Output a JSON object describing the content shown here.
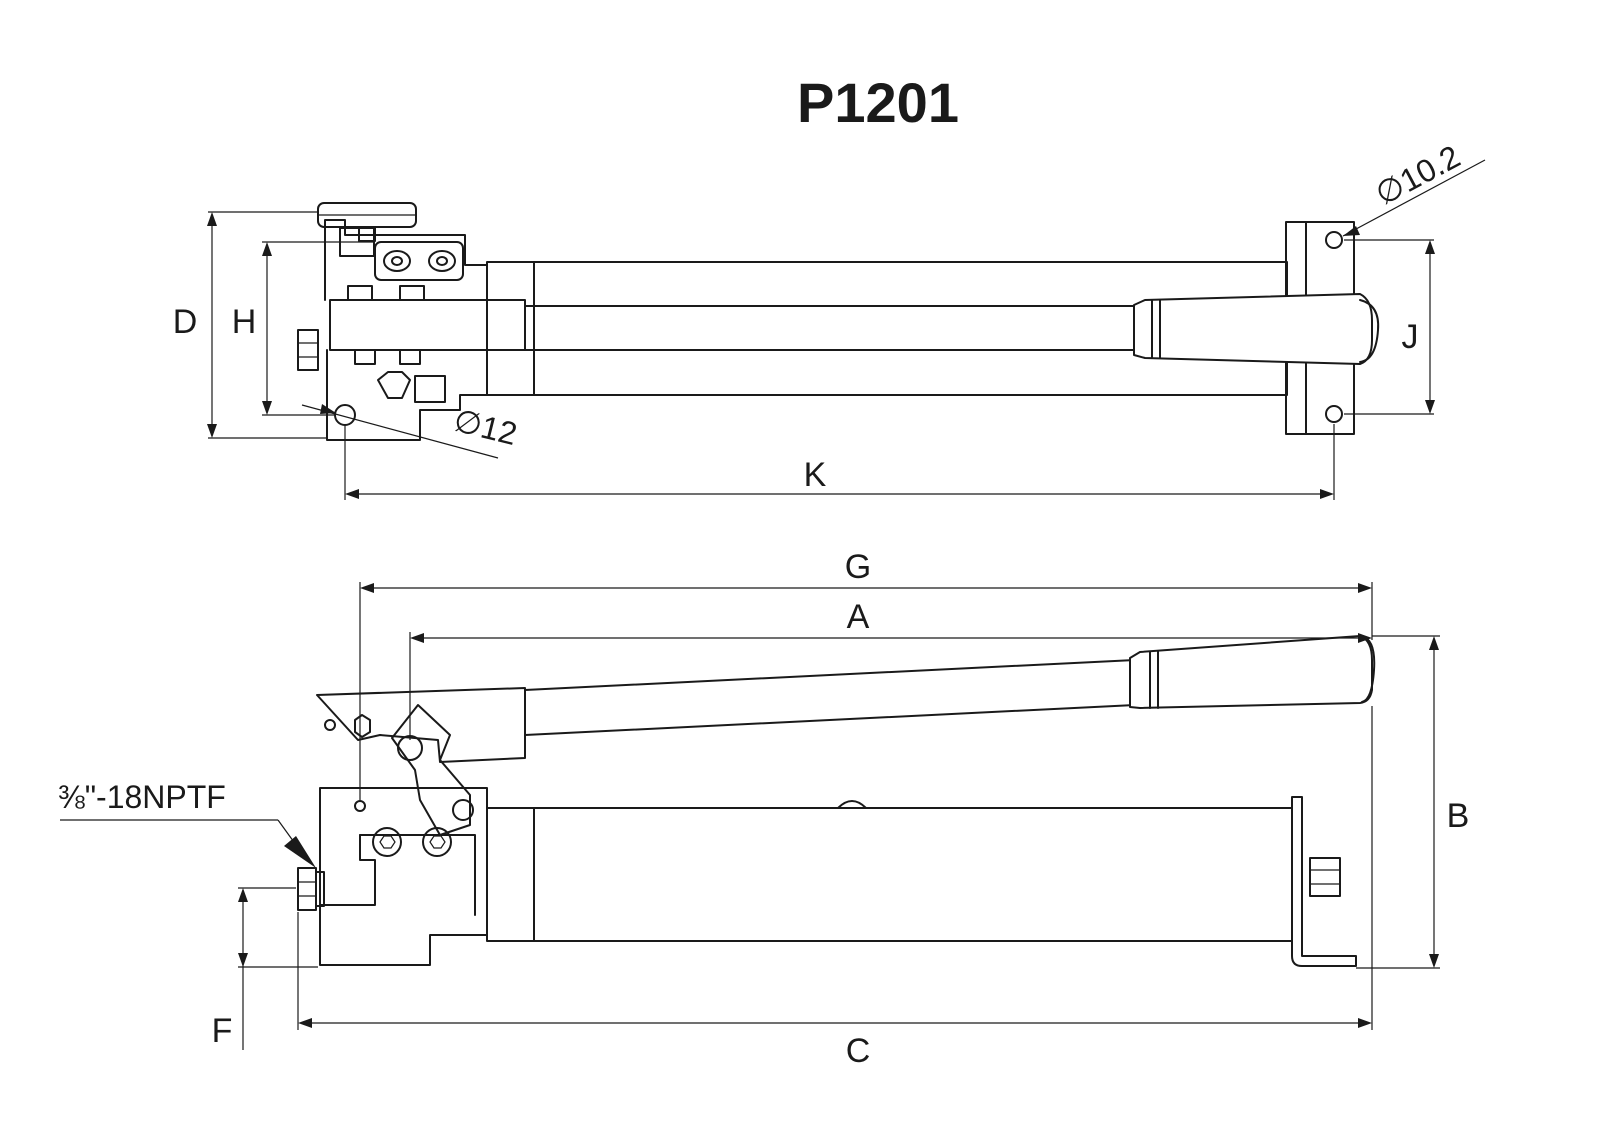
{
  "title": "P1201",
  "labels": {
    "A": "A",
    "B": "B",
    "C": "C",
    "D": "D",
    "F": "F",
    "G": "G",
    "H": "H",
    "J": "J",
    "K": "K"
  },
  "annotations": {
    "hole_large": "∅12",
    "hole_small": "∅10.2",
    "port": "⅜\"-18NPTF"
  }
}
